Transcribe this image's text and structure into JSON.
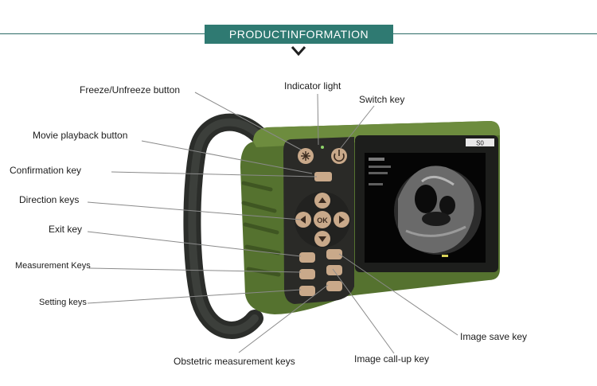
{
  "header": {
    "title": "PRODUCTINFORMATION"
  },
  "callouts": {
    "freeze": "Freeze/Unfreeze button",
    "indicator": "Indicator light",
    "switch_key": "Switch key",
    "movie": "Movie playback button",
    "confirm": "Confirmation key",
    "direction": "Direction keys",
    "exit": "Exit key",
    "measurement": "Measurement Keys",
    "setting": "Setting keys",
    "obstetric": "Obstetric measurement keys",
    "image_call": "Image call-up key",
    "image_save": "Image save key"
  },
  "device": {
    "model": "S0",
    "center_key": "OK",
    "colors": {
      "body": "#5b7a34",
      "accent": "#2f7a72",
      "keys": "#c9a98a"
    }
  }
}
